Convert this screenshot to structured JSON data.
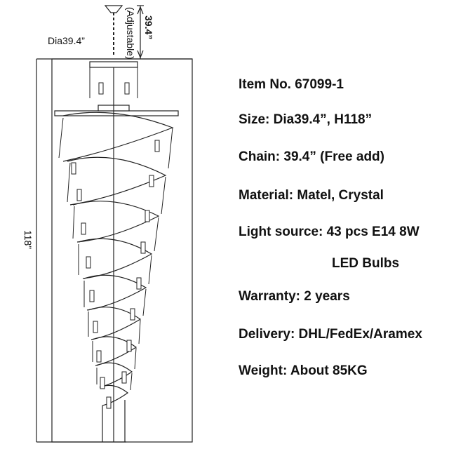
{
  "dimensions": {
    "diameter": "Dia39.4”",
    "chain_length": "39.4”",
    "chain_note": "(Adjustable)",
    "height": "118”"
  },
  "specs": {
    "item_no": "Item No. 67099-1",
    "size": "Size: Dia39.4”, H118”",
    "chain": "Chain:  39.4” (Free add)",
    "material": "Material: Matel, Crystal",
    "light_source": "Light source: 43 pcs E14 8W",
    "light_source_cont": "LED Bulbs",
    "warranty": "Warranty: 2 years",
    "delivery": "Delivery: DHL/FedEx/Aramex",
    "weight": "Weight: About 85KG"
  }
}
